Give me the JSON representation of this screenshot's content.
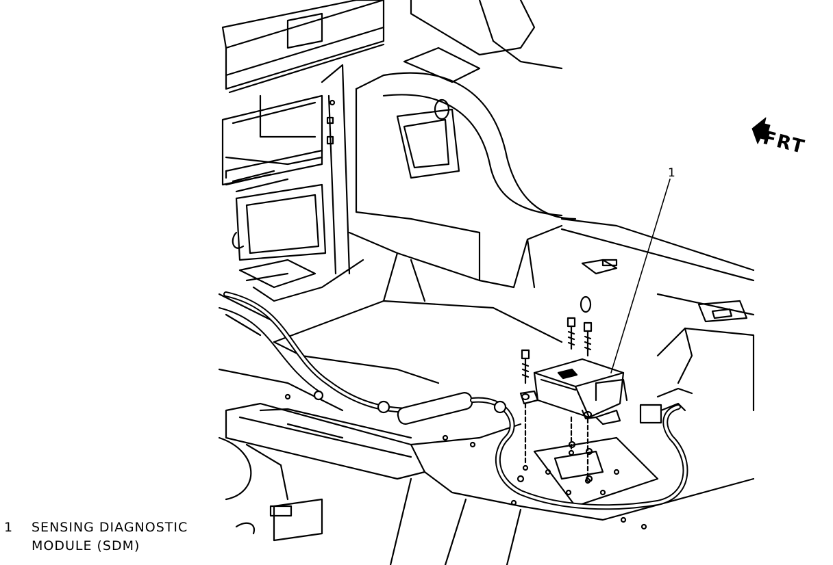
{
  "diagram": {
    "orientation": {
      "label": "FRT",
      "icon": "arrow-left-icon"
    },
    "callouts": [
      {
        "number": "1",
        "part": "sensing-diagnostic-module"
      }
    ],
    "legend": [
      {
        "number": "1",
        "line1": "SENSING DIAGNOSTIC",
        "line2": "MODULE (SDM)"
      }
    ]
  }
}
